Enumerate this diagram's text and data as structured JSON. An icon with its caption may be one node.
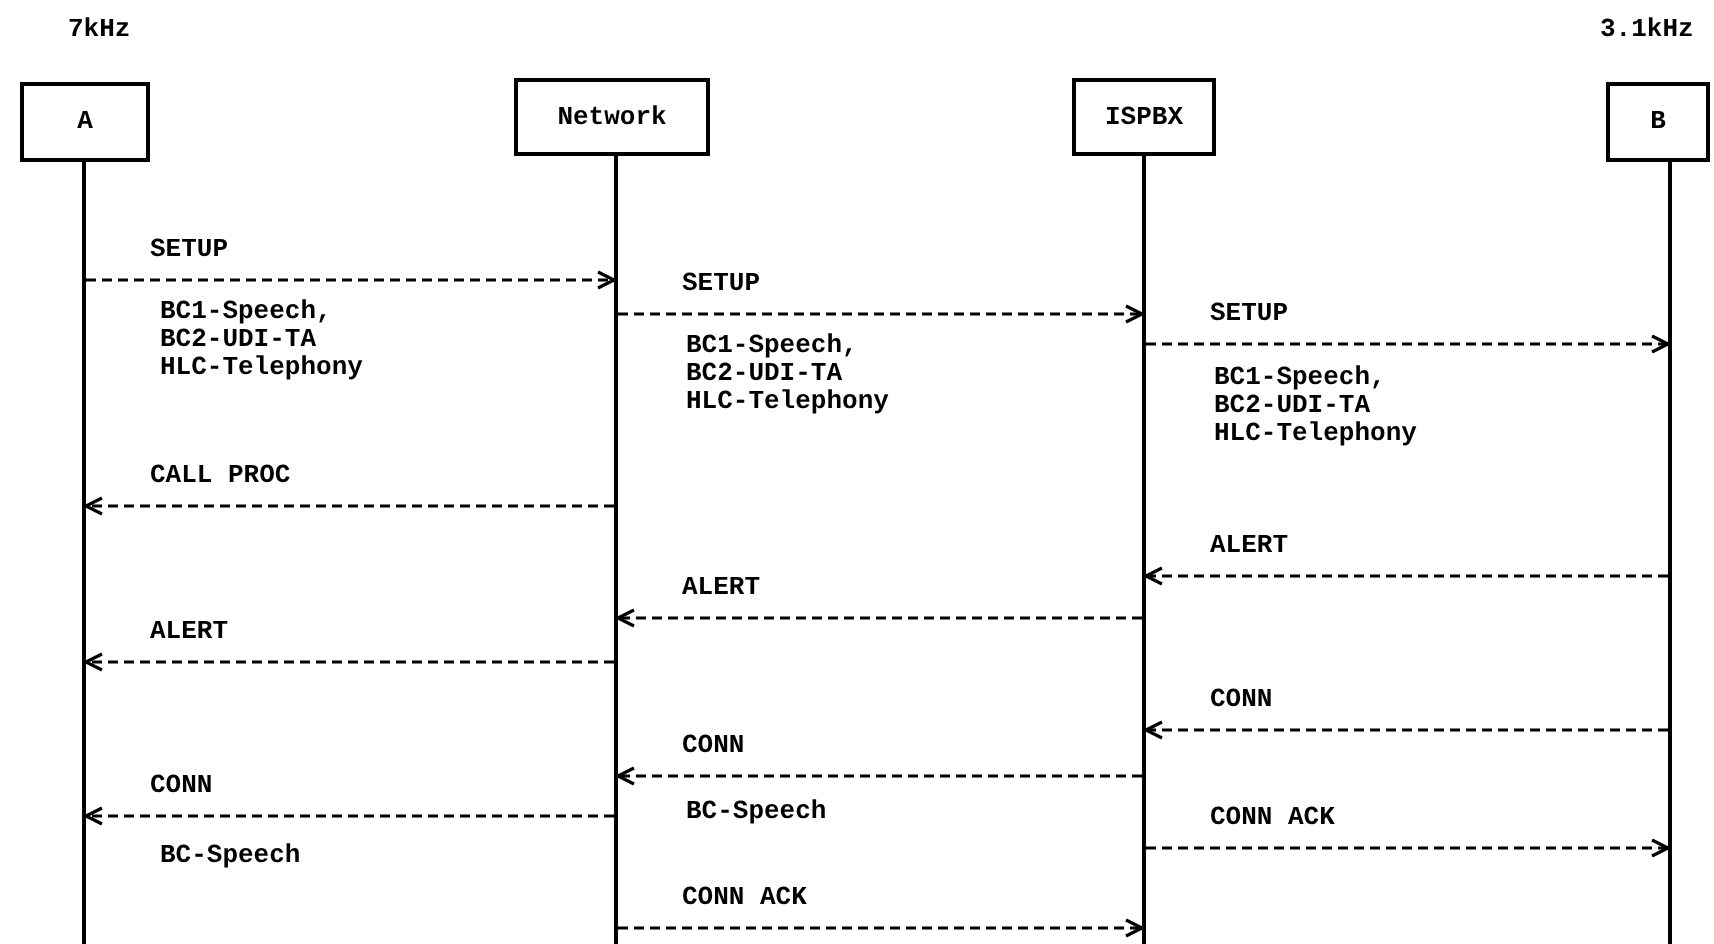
{
  "diagram": {
    "nodes": [
      {
        "text": [
          "A"
        ],
        "beside": [
          "7kHz"
        ]
      },
      {
        "text": [
          "Network"
        ]
      },
      {
        "text": [
          "ISPBX"
        ]
      },
      {
        "text": [
          "B"
        ],
        "beside": [
          "3.1kHz"
        ]
      },
      {
        "text": [],
        "shape": "bar"
      },
      {
        "text": [],
        "shape": "bar"
      },
      {
        "text": [],
        "shape": "bar"
      },
      {
        "text": [],
        "shape": "bar"
      }
    ],
    "edges": [
      {
        "from": 4,
        "to": 5,
        "arrow": "to",
        "label": "SETUP",
        "style": "dashed"
      },
      {
        "from": 5,
        "to": 6,
        "arrow": "to",
        "label": "SETUP",
        "style": "dashed"
      },
      {
        "from": 6,
        "to": 7,
        "arrow": "to",
        "label": "SETUP",
        "style": "dashed"
      },
      {
        "from": 5,
        "to": 4,
        "arrow": "to",
        "label": "CALL PROC",
        "style": "dashed"
      },
      {
        "from": 7,
        "to": 6,
        "arrow": "to",
        "label": "ALERT",
        "style": "dashed"
      },
      {
        "from": 6,
        "to": 5,
        "arrow": "to",
        "label": "ALERT",
        "style": "dashed"
      },
      {
        "from": 5,
        "to": 4,
        "arrow": "to",
        "label": "ALERT",
        "style": "dashed"
      },
      {
        "from": 7,
        "to": 6,
        "arrow": "to",
        "label": "CONN",
        "style": "dashed"
      },
      {
        "from": 6,
        "to": 5,
        "arrow": "to",
        "label": "CONN",
        "style": "dashed"
      },
      {
        "from": 5,
        "to": 4,
        "arrow": "to",
        "label": "CONN",
        "style": "dashed"
      },
      {
        "from": 6,
        "to": 7,
        "arrow": "to",
        "label": "CONN ACK",
        "style": "dashed"
      },
      {
        "from": 5,
        "to": 6,
        "arrow": "to",
        "label": "CONN ACK",
        "style": "dashed"
      }
    ],
    "labels": [
      "BC1-Speech, BC2-UDI-TA HLC-Telephony",
      "BC1-Speech, BC2-UDI-TA HLC-Telephony",
      "BC1-Speech, BC2-UDI-TA HLC-Telephony",
      "BC-Speech",
      "BC-Speech"
    ]
  }
}
